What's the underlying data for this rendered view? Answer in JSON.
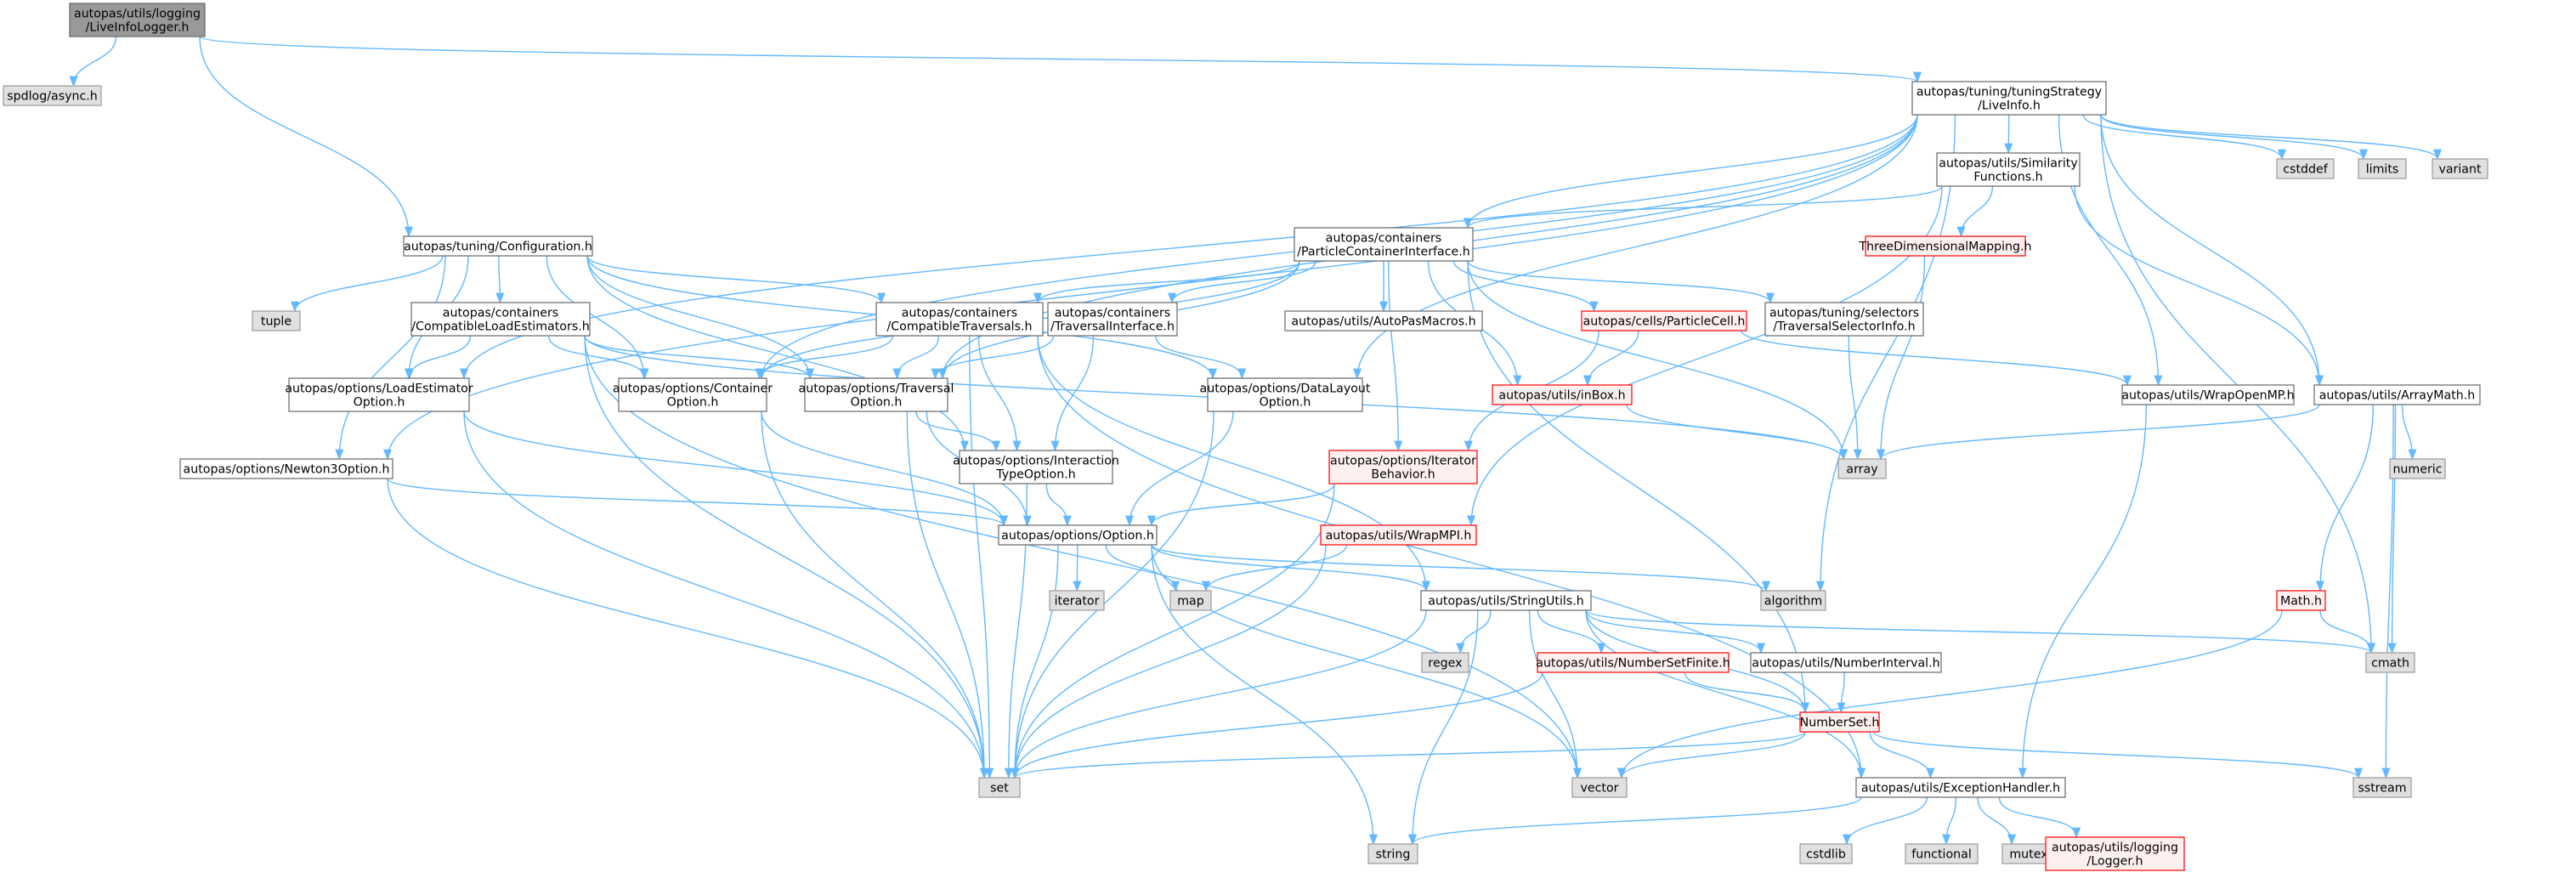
{
  "colors": {
    "edge": "#63b8ff",
    "header_fill": "#999999",
    "header_stroke": "#666666",
    "file_fill": "#ffffff",
    "file_stroke": "#666666",
    "system_fill": "#e0e0e0",
    "system_stroke": "#999999",
    "truncated_fill": "#fff0f0",
    "truncated_stroke": "#ff0000"
  },
  "nodes": [
    {
      "id": "liveinfologger",
      "style": "header",
      "lines": [
        "autopas/utils/logging",
        "/LiveInfoLogger.h"
      ]
    },
    {
      "id": "spdlog-async",
      "style": "system",
      "lines": [
        "spdlog/async.h"
      ]
    },
    {
      "id": "liveinfo",
      "style": "file",
      "lines": [
        "autopas/tuning/tuningStrategy",
        "/LiveInfo.h"
      ]
    },
    {
      "id": "configuration",
      "style": "file",
      "lines": [
        "autopas/tuning/Configuration.h"
      ]
    },
    {
      "id": "similarityfunctions",
      "style": "file",
      "lines": [
        "autopas/utils/Similarity",
        "Functions.h"
      ]
    },
    {
      "id": "cstddef",
      "style": "system",
      "lines": [
        "cstddef"
      ]
    },
    {
      "id": "limits",
      "style": "system",
      "lines": [
        "limits"
      ]
    },
    {
      "id": "variant",
      "style": "system",
      "lines": [
        "variant"
      ]
    },
    {
      "id": "threedimensionalmapping",
      "style": "truncated",
      "lines": [
        "ThreeDimensionalMapping.h"
      ]
    },
    {
      "id": "particlecontainerinterface",
      "style": "file",
      "lines": [
        "autopas/containers",
        "/ParticleContainerInterface.h"
      ]
    },
    {
      "id": "tuple",
      "style": "system",
      "lines": [
        "tuple"
      ]
    },
    {
      "id": "compatibleloadestimators",
      "style": "file",
      "lines": [
        "autopas/containers",
        "/CompatibleLoadEstimators.h"
      ]
    },
    {
      "id": "compatibletraversals",
      "style": "file",
      "lines": [
        "autopas/containers",
        "/CompatibleTraversals.h"
      ]
    },
    {
      "id": "traversalinterface",
      "style": "file",
      "lines": [
        "autopas/containers",
        "/TraversalInterface.h"
      ]
    },
    {
      "id": "autopasmacros",
      "style": "file",
      "lines": [
        "autopas/utils/AutoPasMacros.h"
      ]
    },
    {
      "id": "particlecell",
      "style": "truncated",
      "lines": [
        "autopas/cells/ParticleCell.h"
      ]
    },
    {
      "id": "traversalselectorinfo",
      "style": "file",
      "lines": [
        "autopas/tuning/selectors",
        "/TraversalSelectorInfo.h"
      ]
    },
    {
      "id": "loadestimatoroption",
      "style": "file",
      "lines": [
        "autopas/options/LoadEstimator",
        "Option.h"
      ]
    },
    {
      "id": "containeroption",
      "style": "file",
      "lines": [
        "autopas/options/Container",
        "Option.h"
      ]
    },
    {
      "id": "traversaloption",
      "style": "file",
      "lines": [
        "autopas/options/Traversal",
        "Option.h"
      ]
    },
    {
      "id": "datalayoutoption",
      "style": "file",
      "lines": [
        "autopas/options/DataLayout",
        "Option.h"
      ]
    },
    {
      "id": "inbox",
      "style": "truncated",
      "lines": [
        "autopas/utils/inBox.h"
      ]
    },
    {
      "id": "wrapopenmp",
      "style": "file",
      "lines": [
        "autopas/utils/WrapOpenMP.h"
      ]
    },
    {
      "id": "arraymath",
      "style": "file",
      "lines": [
        "autopas/utils/ArrayMath.h"
      ]
    },
    {
      "id": "array",
      "style": "system",
      "lines": [
        "array"
      ]
    },
    {
      "id": "numeric",
      "style": "system",
      "lines": [
        "numeric"
      ]
    },
    {
      "id": "newton3option",
      "style": "file",
      "lines": [
        "autopas/options/Newton3Option.h"
      ]
    },
    {
      "id": "interactiontypeoption",
      "style": "file",
      "lines": [
        "autopas/options/Interaction",
        "TypeOption.h"
      ]
    },
    {
      "id": "iteratorbehavior",
      "style": "truncated",
      "lines": [
        "autopas/options/Iterator",
        "Behavior.h"
      ]
    },
    {
      "id": "option",
      "style": "file",
      "lines": [
        "autopas/options/Option.h"
      ]
    },
    {
      "id": "wrapmpi",
      "style": "truncated",
      "lines": [
        "autopas/utils/WrapMPI.h"
      ]
    },
    {
      "id": "math",
      "style": "truncated",
      "lines": [
        "Math.h"
      ]
    },
    {
      "id": "iterator",
      "style": "system",
      "lines": [
        "iterator"
      ]
    },
    {
      "id": "map",
      "style": "system",
      "lines": [
        "map"
      ]
    },
    {
      "id": "stringutils",
      "style": "file",
      "lines": [
        "autopas/utils/StringUtils.h"
      ]
    },
    {
      "id": "algorithm",
      "style": "system",
      "lines": [
        "algorithm"
      ]
    },
    {
      "id": "regex",
      "style": "system",
      "lines": [
        "regex"
      ]
    },
    {
      "id": "numbersetfinite",
      "style": "truncated",
      "lines": [
        "autopas/utils/NumberSetFinite.h"
      ]
    },
    {
      "id": "numberinterval",
      "style": "file",
      "lines": [
        "autopas/utils/NumberInterval.h"
      ]
    },
    {
      "id": "cmath",
      "style": "system",
      "lines": [
        "cmath"
      ]
    },
    {
      "id": "numberset",
      "style": "truncated",
      "lines": [
        "NumberSet.h"
      ]
    },
    {
      "id": "set",
      "style": "system",
      "lines": [
        "set"
      ]
    },
    {
      "id": "vector",
      "style": "system",
      "lines": [
        "vector"
      ]
    },
    {
      "id": "exceptionhandler",
      "style": "file",
      "lines": [
        "autopas/utils/ExceptionHandler.h"
      ]
    },
    {
      "id": "sstream",
      "style": "system",
      "lines": [
        "sstream"
      ]
    },
    {
      "id": "string",
      "style": "system",
      "lines": [
        "string"
      ]
    },
    {
      "id": "cstdlib",
      "style": "system",
      "lines": [
        "cstdlib"
      ]
    },
    {
      "id": "functional",
      "style": "system",
      "lines": [
        "functional"
      ]
    },
    {
      "id": "mutex",
      "style": "system",
      "lines": [
        "mutex"
      ]
    },
    {
      "id": "logger",
      "style": "truncated",
      "lines": [
        "autopas/utils/logging",
        "/Logger.h"
      ]
    }
  ],
  "edges": [
    [
      "liveinfologger",
      "spdlog-async"
    ],
    [
      "liveinfologger",
      "liveinfo"
    ],
    [
      "liveinfologger",
      "configuration"
    ],
    [
      "liveinfo",
      "similarityfunctions"
    ],
    [
      "liveinfo",
      "cstddef"
    ],
    [
      "liveinfo",
      "limits"
    ],
    [
      "liveinfo",
      "variant"
    ],
    [
      "liveinfo",
      "particlecontainerinterface"
    ],
    [
      "liveinfo",
      "containeroption"
    ],
    [
      "liveinfo",
      "traversaloption"
    ],
    [
      "liveinfo",
      "datalayoutoption"
    ],
    [
      "liveinfo",
      "loadestimatoroption"
    ],
    [
      "liveinfo",
      "newton3option"
    ],
    [
      "liveinfo",
      "wrapopenmp"
    ],
    [
      "liveinfo",
      "arraymath"
    ],
    [
      "liveinfo",
      "algorithm"
    ],
    [
      "liveinfo",
      "cmath"
    ],
    [
      "similarityfunctions",
      "threedimensionalmapping"
    ],
    [
      "similarityfunctions",
      "particlecontainerinterface"
    ],
    [
      "similarityfunctions",
      "arraymath"
    ],
    [
      "similarityfunctions",
      "wrapmpi"
    ],
    [
      "threedimensionalmapping",
      "array"
    ],
    [
      "configuration",
      "tuple"
    ],
    [
      "configuration",
      "compatibleloadestimators"
    ],
    [
      "configuration",
      "compatibletraversals"
    ],
    [
      "configuration",
      "loadestimatoroption"
    ],
    [
      "configuration",
      "containeroption"
    ],
    [
      "configuration",
      "traversaloption"
    ],
    [
      "configuration",
      "datalayoutoption"
    ],
    [
      "configuration",
      "newton3option"
    ],
    [
      "configuration",
      "interactiontypeoption"
    ],
    [
      "particlecontainerinterface",
      "compatibletraversals"
    ],
    [
      "particlecontainerinterface",
      "traversalinterface"
    ],
    [
      "particlecontainerinterface",
      "autopasmacros"
    ],
    [
      "particlecontainerinterface",
      "particlecell"
    ],
    [
      "particlecontainerinterface",
      "traversalselectorinfo"
    ],
    [
      "particlecontainerinterface",
      "containeroption"
    ],
    [
      "particlecontainerinterface",
      "traversaloption"
    ],
    [
      "particlecontainerinterface",
      "iteratorbehavior"
    ],
    [
      "particlecontainerinterface",
      "inbox"
    ],
    [
      "particlecontainerinterface",
      "array"
    ],
    [
      "particlecontainerinterface",
      "numberset"
    ],
    [
      "compatibleloadestimators",
      "loadestimatoroption"
    ],
    [
      "compatibleloadestimators",
      "containeroption"
    ],
    [
      "compatibleloadestimators",
      "traversaloption"
    ],
    [
      "compatibleloadestimators",
      "array"
    ],
    [
      "compatibleloadestimators",
      "set"
    ],
    [
      "compatibleloadestimators",
      "vector"
    ],
    [
      "compatibletraversals",
      "containeroption"
    ],
    [
      "compatibletraversals",
      "traversaloption"
    ],
    [
      "compatibletraversals",
      "interactiontypeoption"
    ],
    [
      "compatibletraversals",
      "stringutils"
    ],
    [
      "compatibletraversals",
      "exceptionhandler"
    ],
    [
      "compatibletraversals",
      "set"
    ],
    [
      "traversalinterface",
      "traversaloption"
    ],
    [
      "traversalinterface",
      "datalayoutoption"
    ],
    [
      "traversalinterface",
      "interactiontypeoption"
    ],
    [
      "particlecell",
      "inbox"
    ],
    [
      "particlecell",
      "wrapopenmp"
    ],
    [
      "particlecell",
      "iteratorbehavior"
    ],
    [
      "traversalselectorinfo",
      "array"
    ],
    [
      "inbox",
      "array"
    ],
    [
      "wrapopenmp",
      "exceptionhandler"
    ],
    [
      "arraymath",
      "array"
    ],
    [
      "arraymath",
      "numeric"
    ],
    [
      "arraymath",
      "math"
    ],
    [
      "arraymath",
      "cmath"
    ],
    [
      "arraymath",
      "sstream"
    ],
    [
      "loadestimatoroption",
      "option"
    ],
    [
      "loadestimatoroption",
      "set"
    ],
    [
      "containeroption",
      "option"
    ],
    [
      "containeroption",
      "set"
    ],
    [
      "traversaloption",
      "option"
    ],
    [
      "traversaloption",
      "interactiontypeoption"
    ],
    [
      "traversaloption",
      "set"
    ],
    [
      "datalayoutoption",
      "option"
    ],
    [
      "datalayoutoption",
      "set"
    ],
    [
      "newton3option",
      "option"
    ],
    [
      "newton3option",
      "set"
    ],
    [
      "interactiontypeoption",
      "option"
    ],
    [
      "interactiontypeoption",
      "set"
    ],
    [
      "iteratorbehavior",
      "option"
    ],
    [
      "iteratorbehavior",
      "set"
    ],
    [
      "option",
      "iterator"
    ],
    [
      "option",
      "map"
    ],
    [
      "option",
      "stringutils"
    ],
    [
      "option",
      "algorithm"
    ],
    [
      "option",
      "set"
    ],
    [
      "option",
      "vector"
    ],
    [
      "option",
      "string"
    ],
    [
      "wrapmpi",
      "map"
    ],
    [
      "wrapmpi",
      "set"
    ],
    [
      "math",
      "cmath"
    ],
    [
      "math",
      "vector"
    ],
    [
      "stringutils",
      "regex"
    ],
    [
      "stringutils",
      "numbersetfinite"
    ],
    [
      "stringutils",
      "numberinterval"
    ],
    [
      "stringutils",
      "numberset"
    ],
    [
      "stringutils",
      "cmath"
    ],
    [
      "stringutils",
      "set"
    ],
    [
      "stringutils",
      "vector"
    ],
    [
      "stringutils",
      "string"
    ],
    [
      "stringutils",
      "exceptionhandler"
    ],
    [
      "numbersetfinite",
      "numberset"
    ],
    [
      "numbersetfinite",
      "set"
    ],
    [
      "numberinterval",
      "numberset"
    ],
    [
      "numberset",
      "set"
    ],
    [
      "numberset",
      "vector"
    ],
    [
      "numberset",
      "exceptionhandler"
    ],
    [
      "numberset",
      "sstream"
    ],
    [
      "exceptionhandler",
      "string"
    ],
    [
      "exceptionhandler",
      "cstdlib"
    ],
    [
      "exceptionhandler",
      "functional"
    ],
    [
      "exceptionhandler",
      "mutex"
    ],
    [
      "exceptionhandler",
      "logger"
    ]
  ]
}
